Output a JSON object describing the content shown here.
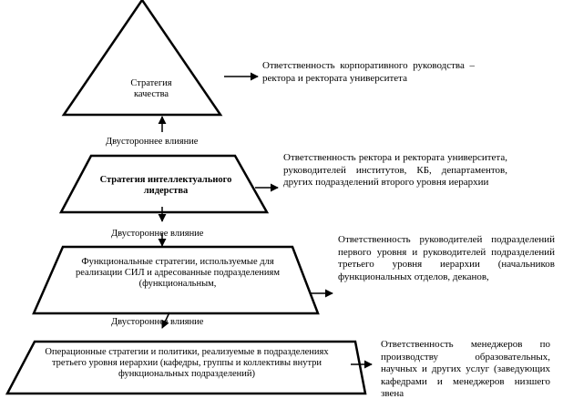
{
  "levels": [
    {
      "shape": "triangle",
      "label": "Стратегия качества",
      "responsibility": "Ответственность корпоративного руководства – ректора и ректората университета"
    },
    {
      "shape": "trapezoid",
      "label": "Стратегия интеллектуального лидерства",
      "responsibility": "Ответственность ректора и ректората университета, руководителей институтов, КБ, департаментов, других подразделений второго уровня иерархии"
    },
    {
      "shape": "trapezoid",
      "label": "Функциональные стратегии, используемые для реализации СИЛ и адресованные подразделениям (функциональным,",
      "responsibility": "Ответственность руководителей подразделений первого уровня и руководителей подразделений третьего уровня иерархии (начальников функциональных отделов, деканов,"
    },
    {
      "shape": "trapezoid",
      "label": "Операционные стратегии и политики, реализуемые в подразделениях третьего уровня иерархии (кафедры, группы и коллективы внутри функциональных подразделений)",
      "responsibility": "Ответственность менеджеров по производству образовательных, научных и других услуг (заведующих кафедрами и менеджеров низшего звена"
    }
  ],
  "links": [
    {
      "label": "Двустороннее влияние"
    },
    {
      "label": "Двустороннее влияние"
    },
    {
      "label": "Двустороннее влияние"
    }
  ]
}
